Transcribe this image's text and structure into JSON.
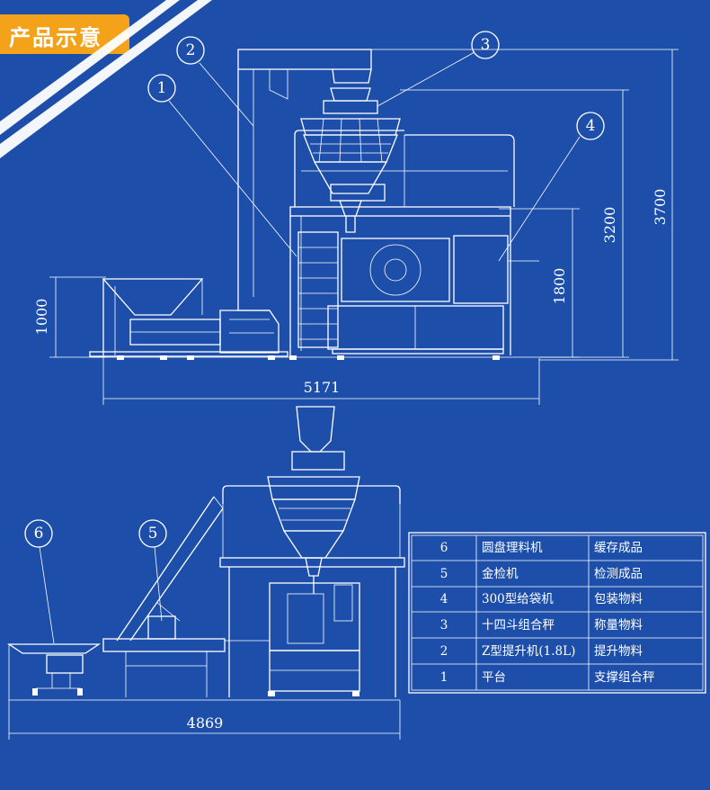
{
  "banner": {
    "title": "产品示意",
    "color": "#f5a21b"
  },
  "colors": {
    "background": "#1d4faa",
    "line": "#ffffff"
  },
  "callouts": {
    "top": [
      "1",
      "2",
      "3",
      "4"
    ],
    "bottom": [
      "6",
      "5"
    ]
  },
  "dimensions": {
    "length_top": "5171",
    "height_platform": "1000",
    "height_bagger": "1800",
    "height_elevator": "3200",
    "height_total": "3700",
    "length_bottom": "4869"
  },
  "parts_table": {
    "rows": [
      {
        "no": "6",
        "name": "圆盘理料机",
        "function": "缓存成品"
      },
      {
        "no": "5",
        "name": "金检机",
        "function": "检测成品"
      },
      {
        "no": "4",
        "name": "300型给袋机",
        "function": "包装物料"
      },
      {
        "no": "3",
        "name": "十四斗组合秤",
        "function": "称量物料"
      },
      {
        "no": "2",
        "name": "Z型提升机(1.8L)",
        "function": "提升物料"
      },
      {
        "no": "1",
        "name": "平台",
        "function": "支撑组合秤"
      }
    ]
  }
}
